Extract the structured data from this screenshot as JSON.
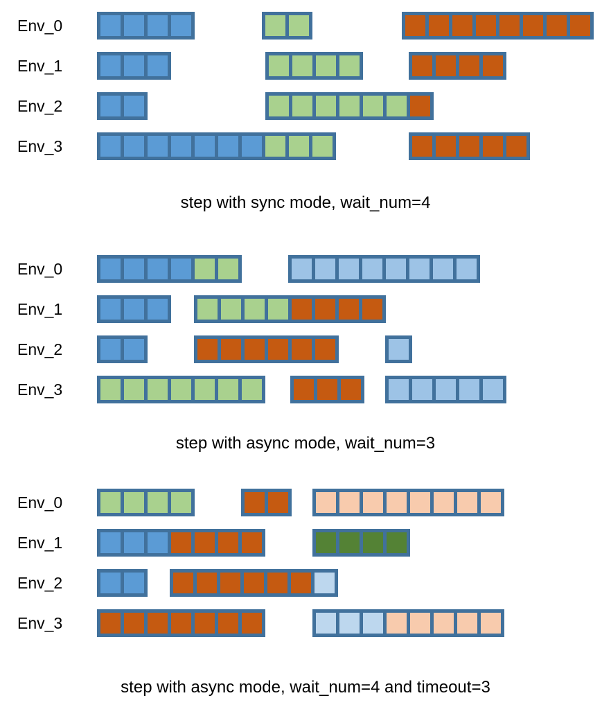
{
  "colors": {
    "frame": "#41719C",
    "blue": "#5B9BD5",
    "green": "#A9D18E",
    "orange": "#C55A11",
    "lightblue": "#9DC3E6",
    "paleblue": "#BDD7EE",
    "peach": "#F8CBAD",
    "darkgreen": "#548235",
    "text": "#000000",
    "background": "#FFFFFF"
  },
  "panels": [
    {
      "caption": "step with sync mode, wait_num=4",
      "rows": [
        {
          "label": "Env_0",
          "bars": [
            {
              "offset": 0,
              "cells": [
                "blue",
                "blue",
                "blue",
                "blue"
              ]
            },
            {
              "offset": 238,
              "cells": [
                "green",
                "green"
              ]
            },
            {
              "offset": 440,
              "cells": [
                "orange",
                "orange",
                "orange",
                "orange",
                "orange",
                "orange",
                "orange",
                "orange"
              ]
            }
          ]
        },
        {
          "label": "Env_1",
          "bars": [
            {
              "offset": 0,
              "cells": [
                "blue",
                "blue",
                "blue"
              ]
            },
            {
              "offset": 243,
              "cells": [
                "green",
                "green",
                "green",
                "green"
              ]
            },
            {
              "offset": 450,
              "cells": [
                "orange",
                "orange",
                "orange",
                "orange"
              ]
            }
          ]
        },
        {
          "label": "Env_2",
          "bars": [
            {
              "offset": 0,
              "cells": [
                "blue",
                "blue"
              ]
            },
            {
              "offset": 243,
              "cells": [
                "green",
                "green",
                "green",
                "green",
                "green",
                "green",
                "orange"
              ]
            }
          ]
        },
        {
          "label": "Env_3",
          "bars": [
            {
              "offset": 0,
              "cells": [
                "blue",
                "blue",
                "blue",
                "blue",
                "blue",
                "blue",
                "blue",
                "green",
                "green",
                "green"
              ]
            },
            {
              "offset": 450,
              "cells": [
                "orange",
                "orange",
                "orange",
                "orange",
                "orange"
              ]
            }
          ]
        }
      ]
    },
    {
      "caption": "step with async mode, wait_num=3",
      "rows": [
        {
          "label": "Env_0",
          "bars": [
            {
              "offset": 0,
              "cells": [
                "blue",
                "blue",
                "blue",
                "blue",
                "green",
                "green"
              ]
            },
            {
              "offset": 276,
              "cells": [
                "lightblue",
                "lightblue",
                "lightblue",
                "lightblue",
                "lightblue",
                "lightblue",
                "lightblue",
                "lightblue"
              ]
            }
          ]
        },
        {
          "label": "Env_1",
          "bars": [
            {
              "offset": 0,
              "cells": [
                "blue",
                "blue",
                "blue"
              ]
            },
            {
              "offset": 140,
              "cells": [
                "green",
                "green",
                "green",
                "green",
                "orange",
                "orange",
                "orange",
                "orange"
              ]
            }
          ]
        },
        {
          "label": "Env_2",
          "bars": [
            {
              "offset": 0,
              "cells": [
                "blue",
                "blue"
              ]
            },
            {
              "offset": 140,
              "cells": [
                "orange",
                "orange",
                "orange",
                "orange",
                "orange",
                "orange"
              ]
            },
            {
              "offset": 416,
              "cells": [
                "lightblue"
              ]
            }
          ]
        },
        {
          "label": "Env_3",
          "bars": [
            {
              "offset": 0,
              "cells": [
                "green",
                "green",
                "green",
                "green",
                "green",
                "green",
                "green"
              ]
            },
            {
              "offset": 279,
              "cells": [
                "orange",
                "orange",
                "orange"
              ]
            },
            {
              "offset": 416,
              "cells": [
                "lightblue",
                "lightblue",
                "lightblue",
                "lightblue",
                "lightblue"
              ]
            }
          ]
        }
      ]
    },
    {
      "caption": "step with async mode, wait_num=4 and timeout=3",
      "rows": [
        {
          "label": "Env_0",
          "bars": [
            {
              "offset": 0,
              "cells": [
                "green",
                "green",
                "green",
                "green"
              ]
            },
            {
              "offset": 208,
              "cells": [
                "orange",
                "orange"
              ]
            },
            {
              "offset": 311,
              "cells": [
                "peach",
                "peach",
                "peach",
                "peach",
                "peach",
                "peach",
                "peach",
                "peach"
              ]
            }
          ]
        },
        {
          "label": "Env_1",
          "bars": [
            {
              "offset": 0,
              "cells": [
                "blue",
                "blue",
                "blue",
                "orange",
                "orange",
                "orange",
                "orange"
              ]
            },
            {
              "offset": 311,
              "cells": [
                "darkgreen",
                "darkgreen",
                "darkgreen",
                "darkgreen"
              ]
            }
          ]
        },
        {
          "label": "Env_2",
          "bars": [
            {
              "offset": 0,
              "cells": [
                "blue",
                "blue"
              ]
            },
            {
              "offset": 105,
              "cells": [
                "orange",
                "orange",
                "orange",
                "orange",
                "orange",
                "orange",
                "paleblue"
              ]
            }
          ]
        },
        {
          "label": "Env_3",
          "bars": [
            {
              "offset": 0,
              "cells": [
                "orange",
                "orange",
                "orange",
                "orange",
                "orange",
                "orange",
                "orange"
              ]
            },
            {
              "offset": 311,
              "cells": [
                "paleblue",
                "paleblue",
                "paleblue",
                "peach",
                "peach",
                "peach",
                "peach",
                "peach"
              ]
            }
          ]
        }
      ]
    }
  ]
}
